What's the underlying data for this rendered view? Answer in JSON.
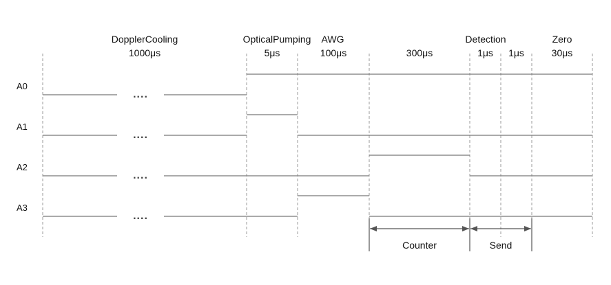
{
  "phases": [
    {
      "name": "DopplerCooling",
      "duration": "1000μs"
    },
    {
      "name": "OpticalPumping",
      "duration": "5μs"
    },
    {
      "name": "AWG",
      "duration": "100μs"
    },
    {
      "name": "",
      "duration": "300μs"
    },
    {
      "name": "Detection",
      "duration": "1μs"
    },
    {
      "name": "",
      "duration": "1μs"
    },
    {
      "name": "Zero",
      "duration": "30μs"
    }
  ],
  "signals": [
    {
      "name": "A0",
      "levels": [
        0,
        1,
        1,
        1,
        1,
        1,
        1
      ]
    },
    {
      "name": "A1",
      "levels": [
        0,
        1,
        0,
        0,
        0,
        0,
        0
      ]
    },
    {
      "name": "A2",
      "levels": [
        0,
        0,
        0,
        1,
        0,
        0,
        0
      ]
    },
    {
      "name": "A3",
      "levels": [
        0,
        0,
        1,
        0,
        0,
        0,
        0
      ]
    }
  ],
  "ellipsis": "....",
  "measurements": [
    {
      "label": "Counter",
      "from_phase": 3,
      "to_phase": 3
    },
    {
      "label": "Send",
      "from_phase": 4,
      "to_phase": 5
    }
  ]
}
